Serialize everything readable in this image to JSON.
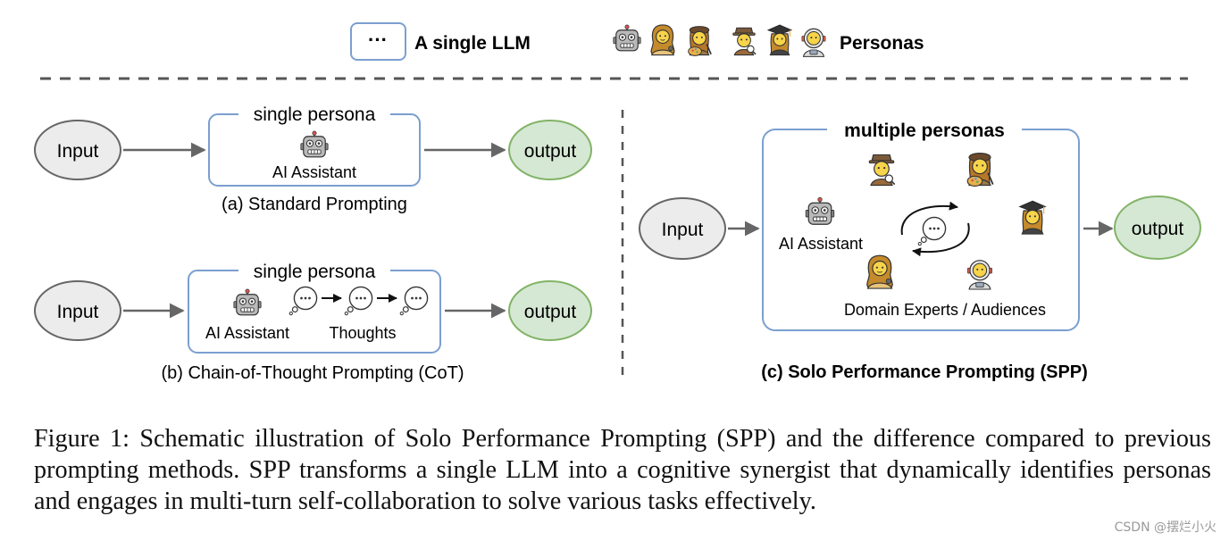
{
  "legend": {
    "llm_box_symbol": "···",
    "llm_label": "A single LLM",
    "personas_label": "Personas"
  },
  "panel_a": {
    "input": "Input",
    "box_title": "single persona",
    "agent_label": "AI Assistant",
    "output": "output",
    "caption": "(a) Standard Prompting"
  },
  "panel_b": {
    "input": "Input",
    "box_title": "single persona",
    "agent_label": "AI Assistant",
    "thoughts_label": "Thoughts",
    "output": "output",
    "caption": "(b) Chain-of-Thought Prompting (CoT)"
  },
  "panel_c": {
    "input": "Input",
    "box_title": "multiple personas",
    "agent_label": "AI Assistant",
    "experts_label": "Domain Experts / Audiences",
    "output": "output",
    "caption": "(c) Solo Performance Prompting (SPP)"
  },
  "figure_caption": "Figure 1: Schematic illustration of Solo Performance Prompting (SPP) and the difference compared to previous prompting methods. SPP transforms a single LLM into a cognitive synergist that dynamically identifies personas and engages in multi-turn self-collaboration to solve various tasks effectively.",
  "watermark": "CSDN @摆烂小火",
  "colors": {
    "box_stroke": "#7b9fd0",
    "input_fill": "#ececec",
    "output_fill": "#d5e8d4",
    "output_stroke": "#82b366",
    "arrow": "#666666",
    "dash": "#555555"
  },
  "icons": [
    "robot-icon",
    "woman-singer-icon",
    "woman-artist-icon",
    "detective-icon",
    "graduate-icon",
    "astronaut-icon",
    "thought-bubble-icon",
    "cycle-arrows-icon"
  ]
}
